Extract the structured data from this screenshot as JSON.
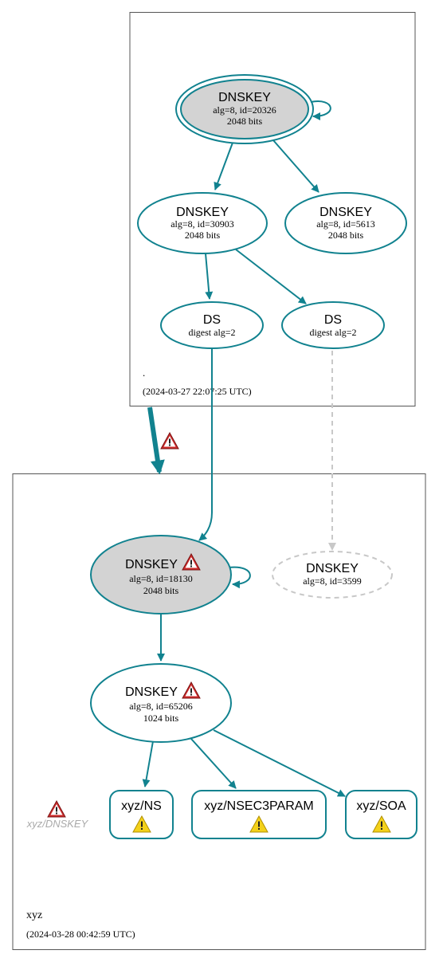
{
  "colors": {
    "edge": "#11828f",
    "node_stroke": "#11828f",
    "node_fill_signed": "#d3d3d3",
    "node_fill_plain": "#ffffff",
    "missing": "#c8c8c8",
    "zone_border": "#555555",
    "warning_red": "#cc2b2b",
    "warning_yellow": "#f3d11a"
  },
  "zones": {
    "root": {
      "name": ".",
      "timestamp": "(2024-03-27 22:07:25 UTC)"
    },
    "xyz": {
      "name": "xyz",
      "timestamp": "(2024-03-28 00:42:59 UTC)"
    }
  },
  "nodes": {
    "root_ksk": {
      "title": "DNSKEY",
      "line1": "alg=8, id=20326",
      "line2": "2048 bits"
    },
    "root_zsk": {
      "title": "DNSKEY",
      "line1": "alg=8, id=30903",
      "line2": "2048 bits"
    },
    "root_key3": {
      "title": "DNSKEY",
      "line1": "alg=8, id=5613",
      "line2": "2048 bits"
    },
    "root_ds1": {
      "title": "DS",
      "line1": "digest alg=2"
    },
    "root_ds2": {
      "title": "DS",
      "line1": "digest alg=2"
    },
    "xyz_ksk": {
      "title": "DNSKEY",
      "line1": "alg=8, id=18130",
      "line2": "2048 bits",
      "warning": "error"
    },
    "xyz_missing": {
      "title": "DNSKEY",
      "line1": "alg=8, id=3599"
    },
    "xyz_zsk": {
      "title": "DNSKEY",
      "line1": "alg=8, id=65206",
      "line2": "1024 bits",
      "warning": "error"
    },
    "rr_ns": {
      "title": "xyz/NS",
      "warning": "caution"
    },
    "rr_nsec3param": {
      "title": "xyz/NSEC3PARAM",
      "warning": "caution"
    },
    "rr_soa": {
      "title": "xyz/SOA",
      "warning": "caution"
    },
    "dnskey_rrset": {
      "title": "xyz/DNSKEY",
      "warning": "error"
    }
  },
  "delegation": {
    "warning": "error"
  }
}
